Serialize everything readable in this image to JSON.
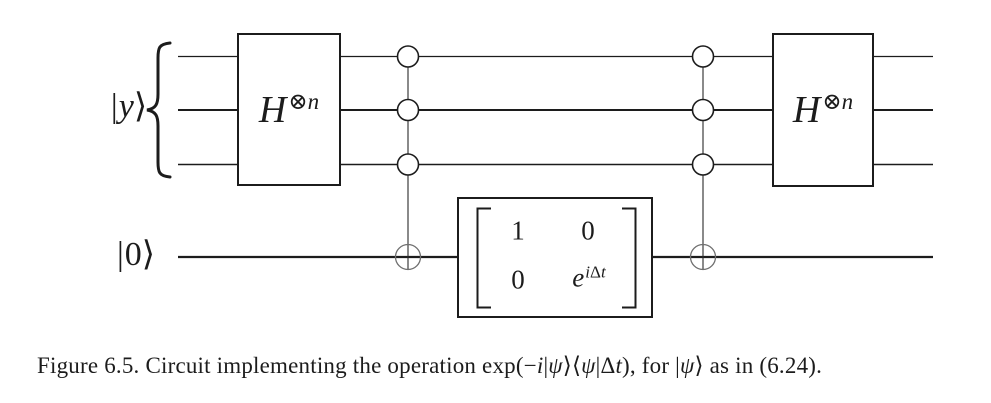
{
  "colors": {
    "ink": "#1c1c1c",
    "background": "#ffffff",
    "target_stroke": "#6f6f6f"
  },
  "kets": {
    "y": {
      "bar": "|",
      "char": "y",
      "rangle": "⟩"
    },
    "zero": {
      "bar": "|",
      "char": "0",
      "rangle": "⟩"
    }
  },
  "gates": {
    "hadamard_left": {
      "base": "H",
      "sup_symbol": "⊗",
      "sup_char": "n"
    },
    "hadamard_right": {
      "base": "H",
      "sup_symbol": "⊗",
      "sup_char": "n"
    },
    "phase_matrix": {
      "r1c1": "1",
      "r1c2": "0",
      "r2c1": "0",
      "r2c2_base": "e",
      "r2c2_sup_i": "i",
      "r2c2_sup_delta": "Δ",
      "r2c2_sup_t": "t"
    }
  },
  "caption": {
    "parts": [
      "Figure 6.5. Circuit implementing the operation exp(−",
      "i",
      "|",
      "ψ",
      "⟩⟨",
      "ψ",
      "|Δ",
      "t",
      "), for |",
      "ψ",
      "⟩ as in (6.24)."
    ]
  }
}
